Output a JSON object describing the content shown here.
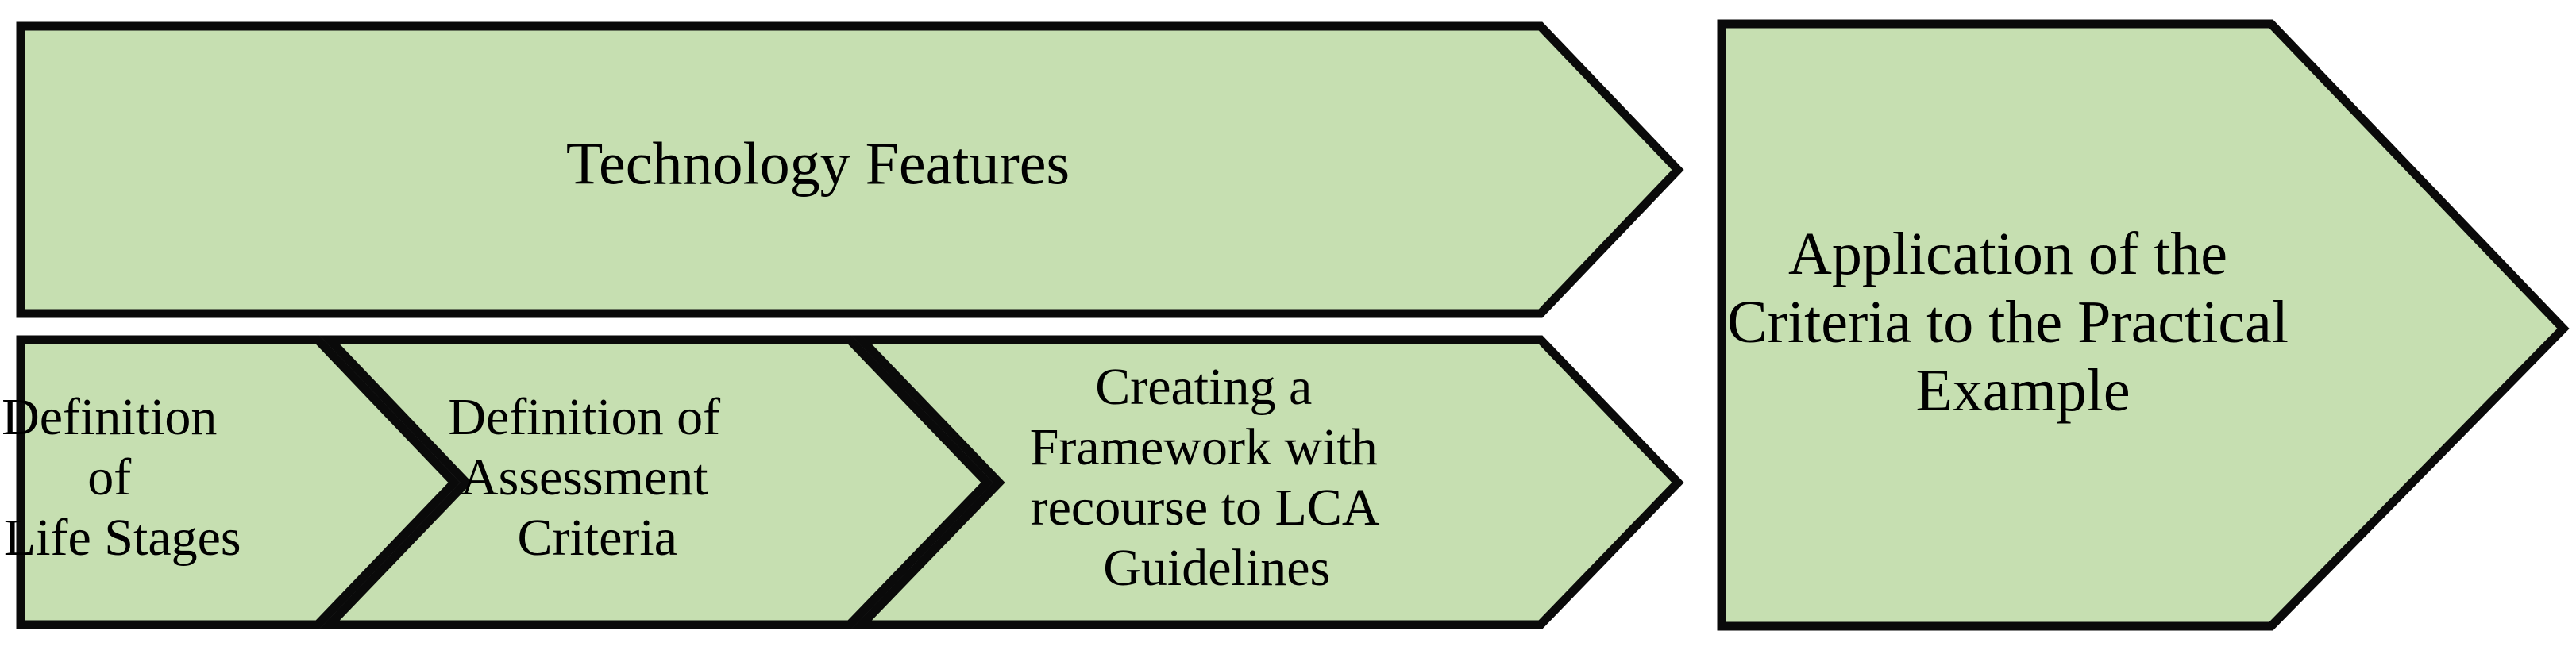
{
  "diagram": {
    "title": "Technology Assessment Process Chevron Diagram",
    "type": "process-flow-chevrons",
    "background_color": "#ffffff",
    "shape_fill_color": "#c6dfb1",
    "shape_stroke_color": "#0a0a0a",
    "text_color": "#000000"
  },
  "top_row": {
    "banner": {
      "label": "Technology Features",
      "shape": "chevron-right"
    }
  },
  "bottom_row": {
    "steps": [
      {
        "index": 1,
        "shape": "chevron-right",
        "lines": [
          "Definition",
          "of",
          "Life Stages"
        ],
        "label": "Definition of Life Stages"
      },
      {
        "index": 2,
        "shape": "chevron-right-notched",
        "lines": [
          "Definition of",
          "Assessment",
          "Criteria"
        ],
        "label": "Definition of Assessment Criteria"
      },
      {
        "index": 3,
        "shape": "chevron-right-notched",
        "lines": [
          "Creating a",
          "Framework with",
          "recourse to LCA",
          "Guidelines"
        ],
        "label": "Creating a Framework with recourse to LCA Guidelines"
      }
    ]
  },
  "right_block": {
    "final": {
      "shape": "chevron-right-large",
      "lines": [
        "Application of the",
        "Criteria to the Practical",
        "Example"
      ],
      "label": "Application of the Criteria to the Practical Example"
    }
  }
}
